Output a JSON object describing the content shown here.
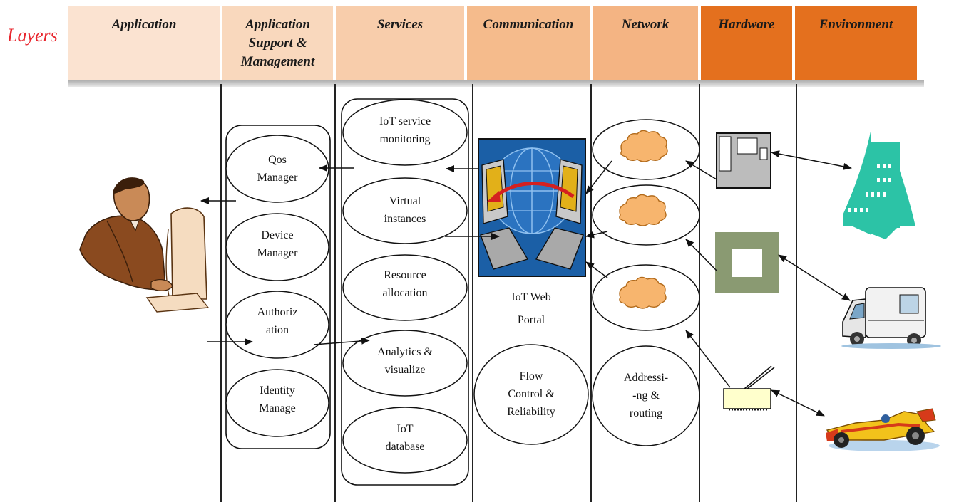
{
  "layers_label": "Layers",
  "headers": [
    {
      "label": "Application",
      "bg": "#fbe3d1"
    },
    {
      "label": "Application Support & Management",
      "bg": "#f9d8bd"
    },
    {
      "label": "Services",
      "bg": "#f8cdab"
    },
    {
      "label": "Communication",
      "bg": "#f5bb8c"
    },
    {
      "label": "Network",
      "bg": "#f4b483"
    },
    {
      "label": "Hardware",
      "bg": "#e4701e"
    },
    {
      "label": "Environment",
      "bg": "#e4701e"
    }
  ],
  "support": {
    "qos": [
      "Qos",
      "Manager"
    ],
    "device": [
      "Device",
      "Manager"
    ],
    "auth": [
      "Authoriz",
      "ation"
    ],
    "identity": [
      "Identity",
      "Manage"
    ]
  },
  "services": {
    "monitoring": [
      "IoT service",
      "monitoring"
    ],
    "virtual": [
      "Virtual",
      "instances"
    ],
    "resource": [
      "Resource",
      "allocation"
    ],
    "analytics": [
      "Analytics &",
      "visualize"
    ],
    "database": [
      "IoT",
      "database"
    ]
  },
  "communication": {
    "portal": [
      "IoT Web",
      "Portal"
    ],
    "flow": [
      "Flow",
      "Control &",
      "Reliability"
    ]
  },
  "network": {
    "routing": [
      "Addressi-",
      "-ng &",
      "routing"
    ]
  },
  "colors": {
    "cloud": "#f7b56e",
    "cloud_stroke": "#b26a1a",
    "sensor_green": "#8a9a72",
    "building": "#2cc3a6",
    "portal_blue": "#1b5fa6",
    "arrow_red": "#d42020"
  }
}
